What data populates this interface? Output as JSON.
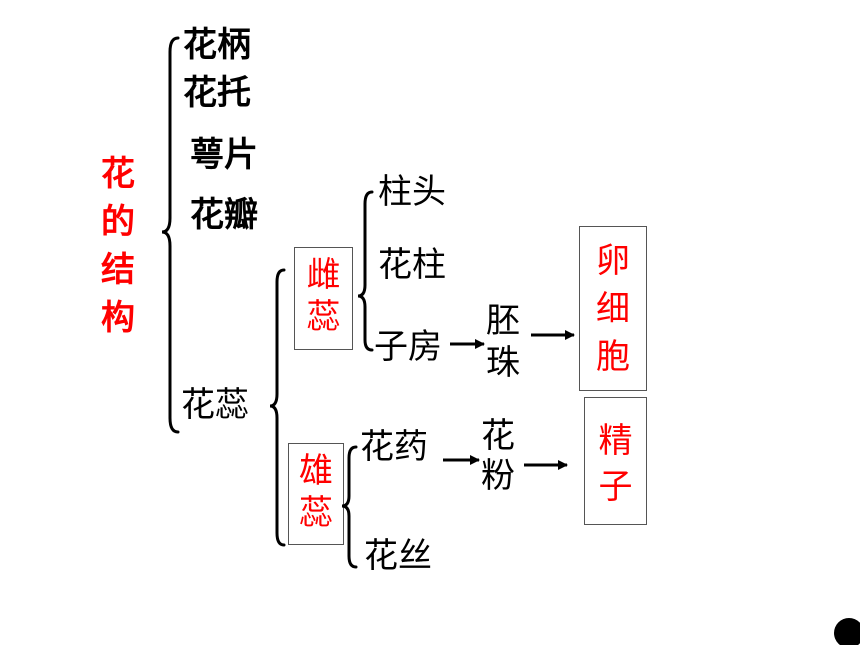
{
  "root": {
    "label": "花的结构",
    "chars": [
      "花",
      "的",
      "结",
      "构"
    ]
  },
  "level1": {
    "stalk": "花柄",
    "receptacle": "花托",
    "sepal": "萼片",
    "petal": "花瓣",
    "stamen_pistil": "花蕊"
  },
  "pistil": {
    "label_chars": [
      "雌",
      "蕊"
    ],
    "stigma": "柱头",
    "style": "花柱",
    "ovary": "子房",
    "ovule_chars": [
      "胚",
      "珠"
    ],
    "egg_chars": [
      "卵",
      "细",
      "胞"
    ]
  },
  "stamen": {
    "label_chars": [
      "雄",
      "蕊"
    ],
    "anther": "花药",
    "filament": "花丝",
    "pollen_chars": [
      "花",
      "粉"
    ],
    "sperm_chars": [
      "精",
      "子"
    ]
  },
  "colors": {
    "highlight": "#ff0000",
    "text": "#000000"
  }
}
